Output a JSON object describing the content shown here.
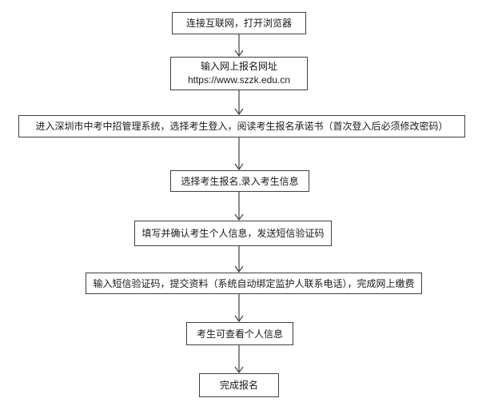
{
  "colors": {
    "background": "#ffffff",
    "line": "#404040",
    "text": "#1a1a1a"
  },
  "flowchart": {
    "steps": [
      {
        "id": "open-browser",
        "text": "连接互联网，打开浏览器"
      },
      {
        "id": "enter-url",
        "text": "输入网上报名网址",
        "url": "https://www.szzk.edu.cn"
      },
      {
        "id": "login-system",
        "text": "进入深圳市中考中招管理系统，选择考生登入，阅读考生报名承诺书（首次登入后必须修改密码）"
      },
      {
        "id": "select-register",
        "text": "选择考生报名,录入考生信息"
      },
      {
        "id": "fill-confirm",
        "text": "填写并确认考生个人信息，发送短信验证码"
      },
      {
        "id": "submit-pay",
        "text": "输入短信验证码，提交资料（系统自动绑定监护人联系电话），完成网上缴费"
      },
      {
        "id": "view-info",
        "text": "考生可查看个人信息"
      },
      {
        "id": "complete",
        "text": "完成报名"
      }
    ]
  }
}
